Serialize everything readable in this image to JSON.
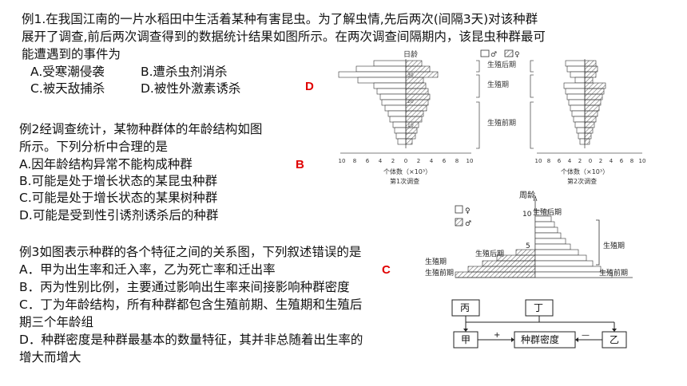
{
  "q1": {
    "lines": [
      "例1.在我国江南的一片水稻田中生活着某种有害昆虫。为了解虫情,先后两次(间隔3天)对该种群",
      "展开了调查,前后两次调查得到的数据统计结果如图所示。在两次调查间隔期内，该昆虫种群最可",
      "能遭遇到的事件为"
    ],
    "options": [
      "A.受寒潮侵袭",
      "B.遭杀虫剂消杀",
      "C.被天敌捕杀",
      "D.被性外激素诱杀"
    ],
    "answer": "D"
  },
  "q2": {
    "lines": [
      "例2经调查统计，某物种群体的年龄结构如图",
      "所示。下列分析中合理的是"
    ],
    "options": [
      "A.因年龄结构异常不能构成种群",
      "B.可能是处于增长状态的某昆虫种群",
      "C.可能是处于增长状态的某果树种群",
      "D.可能是受到性引诱剂诱杀后的种群"
    ],
    "answer": "B"
  },
  "q3": {
    "lines": [
      "例3如图表示种群的各个特征之间的关系图，下列叙述错误的是",
      "A．甲为出生率和迁入率，乙为死亡率和迁出率",
      "B．丙为性别比例，主要通过影响出生率来间接影响种群密度",
      "C．丁为年龄结构，所有种群都包含生殖前期、生殖期和生殖后",
      "期三个年龄组",
      "D．种群密度是种群最基本的数量特征，其并非总随着出生率的",
      "增大而增大"
    ],
    "answer": "C"
  },
  "figure1": {
    "y_label": "日龄",
    "legend_male": "♂",
    "legend_female": "♀",
    "stage_labels": [
      "生殖后期",
      "生殖期",
      "生殖前期"
    ],
    "x_ticks": [
      "10",
      "8",
      "6",
      "4",
      "2",
      "0",
      "2",
      "4",
      "6",
      "8",
      "10"
    ],
    "x_label": "个体数（×10³）",
    "left_caption": "第1次调查",
    "right_caption": "第2次调查",
    "tick_30": "30",
    "tick_20": "20",
    "tick_10": "10"
  },
  "figure2": {
    "y_label": "周龄",
    "legend_female": "♀",
    "legend_male": "♂",
    "tick_10": "10",
    "tick_5": "5",
    "post_label": "生殖后期",
    "repro_label": "生殖期",
    "pre_label": "生殖前期",
    "left_repro_label": "生殖期",
    "left_pre_label": "生殖前期"
  },
  "figure3": {
    "bing": "丙",
    "ding": "丁",
    "jia": "甲",
    "yi": "乙",
    "density": "种群密度",
    "plus": "+",
    "minus": "—"
  }
}
